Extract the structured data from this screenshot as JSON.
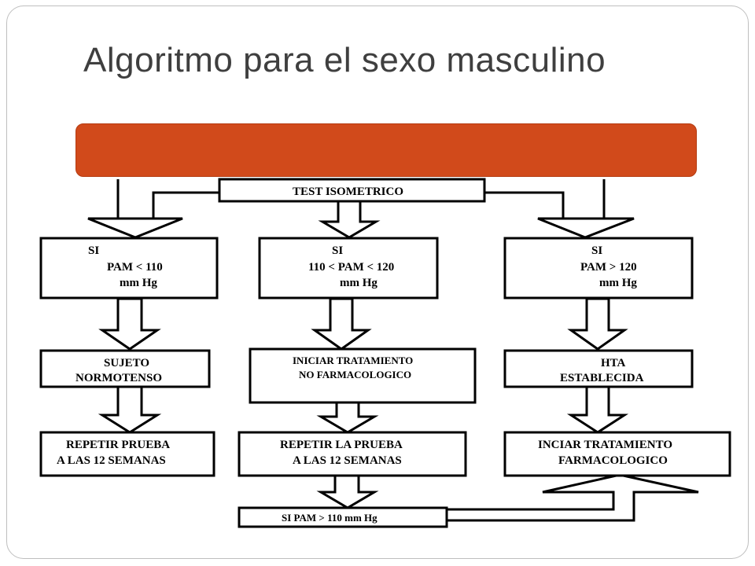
{
  "title": "Algoritmo para el sexo masculino",
  "colors": {
    "banner": "#d14a1b",
    "title": "#3f3f3f"
  },
  "nodes": {
    "test": [
      "TEST ISOMETRICO"
    ],
    "left_condition": [
      "SI",
      "PAM < 110",
      "mm Hg"
    ],
    "center_condition": [
      "SI",
      "110 < PAM < 120",
      "mm Hg"
    ],
    "right_condition": [
      "SI",
      "PAM > 120",
      "mm Hg"
    ],
    "left_result": [
      "SUJETO",
      "NORMOTENSO"
    ],
    "center_result": [
      "INICIAR TRATAMIENTO",
      "NO FARMACOLOGICO"
    ],
    "right_result": [
      "HTA",
      "ESTABLECIDA"
    ],
    "left_action": [
      "REPETIR PRUEBA",
      "A LAS 12 SEMANAS"
    ],
    "center_action": [
      "REPETIR  LA PRUEBA",
      "A LAS 12 SEMANAS"
    ],
    "right_action": [
      "INCIAR TRATAMIENTO",
      "FARMACOLOGICO"
    ],
    "bottom_condition": [
      "SI PAM > 110 mm Hg"
    ]
  }
}
